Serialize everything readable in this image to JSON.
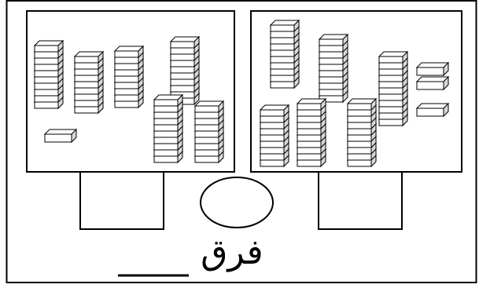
{
  "worksheet": {
    "answer_label": "فرق",
    "left_panel": {
      "towers": [
        10,
        9,
        9,
        10,
        10,
        9
      ],
      "singles": 1
    },
    "right_panel": {
      "towers": [
        10,
        10,
        11,
        9,
        10,
        10
      ],
      "singles": 3
    },
    "stroke_color": "#000000",
    "fill_color": "#ffffff",
    "shade_color": "#d9d9d9"
  }
}
